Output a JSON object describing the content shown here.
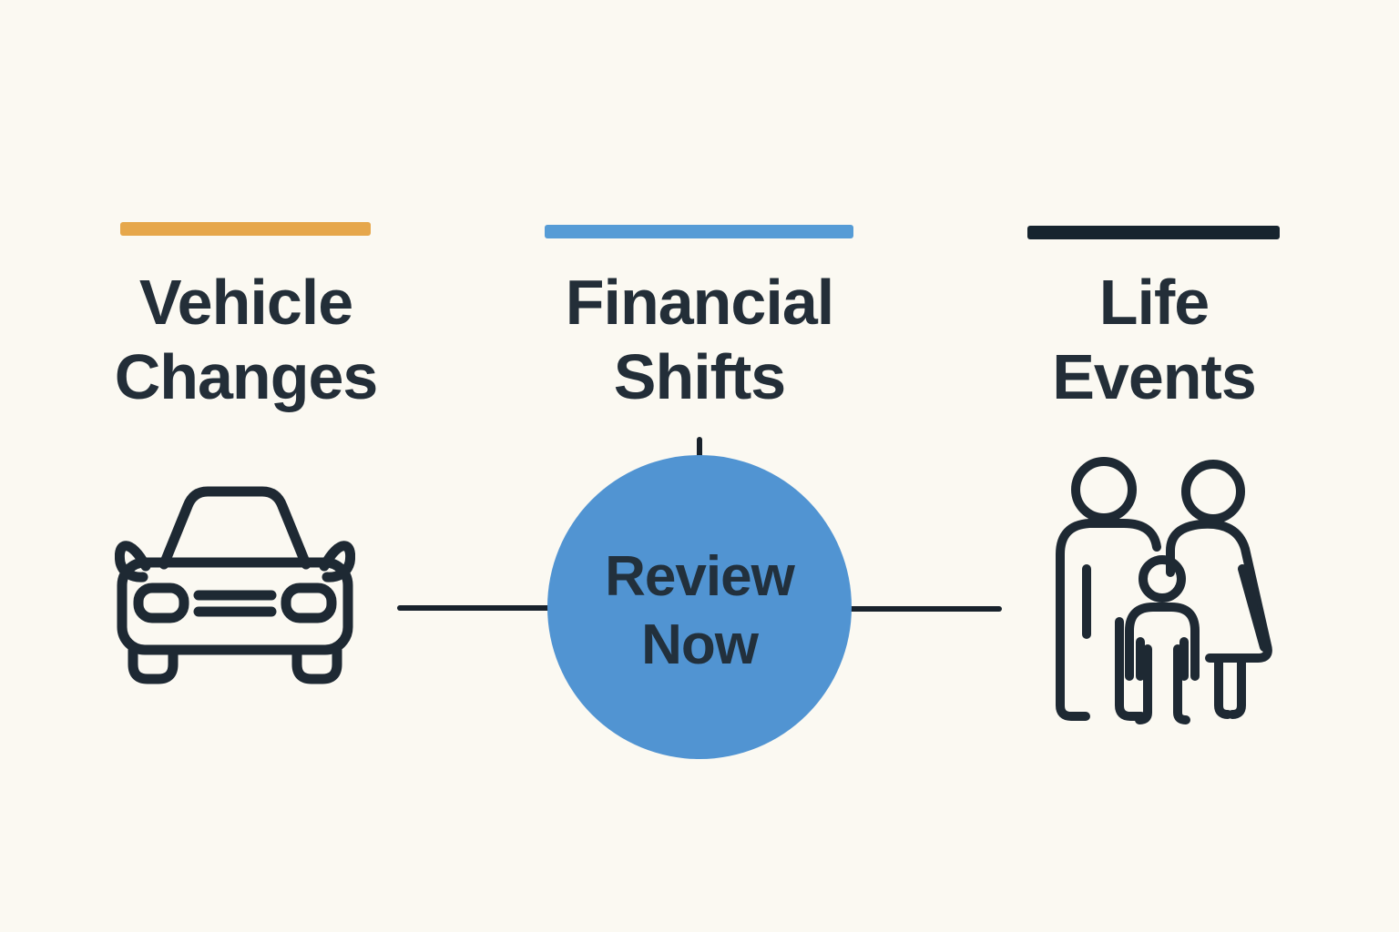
{
  "diagram": {
    "title_implicit": "Insurance review triggers",
    "background_color": "#FBF9F2",
    "text_color": "#232E38",
    "connector_color": "#18222C",
    "columns": [
      {
        "id": "vehicle-changes",
        "accent_color": "#E6A74B",
        "title_line1": "Vehicle",
        "title_line2": "Changes",
        "icon": "car-icon"
      },
      {
        "id": "financial-shifts",
        "accent_color": "#569CD6",
        "title_line1": "Financial",
        "title_line2": "Shifts",
        "icon": "review-now-circle"
      },
      {
        "id": "life-events",
        "accent_color": "#16242E",
        "title_line1": "Life",
        "title_line2": "Events",
        "icon": "family-icon"
      }
    ],
    "center_badge": {
      "line1": "Review",
      "line2": "Now",
      "fill_color": "#5194D2",
      "text_color": "#22303C"
    },
    "icons": {
      "car": "car-front-outline",
      "family": "family-parents-child-outline"
    }
  }
}
